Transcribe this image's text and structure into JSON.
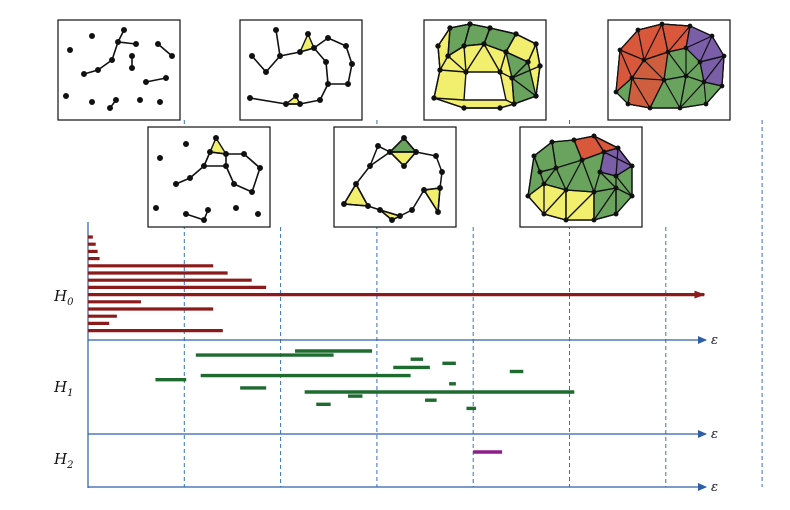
{
  "labels": {
    "h0": "H",
    "h0_sub": "0",
    "h1": "H",
    "h1_sub": "1",
    "h2": "H",
    "h2_sub": "2",
    "axis_symbol": "ε"
  },
  "colors": {
    "h0_bar": "#8b1a1a",
    "h1_bar": "#1e6b30",
    "h2_bar": "#8e1f8a",
    "axis": "#2d5fa6",
    "guide": "#3b6fc0",
    "fill_yellow": "#f2ee6e",
    "fill_green": "#6aa35e",
    "fill_red": "#d9573a",
    "fill_purple": "#7b5ea8",
    "edge": "#111111"
  },
  "filtration": {
    "steps": 7,
    "snapshots": [
      {
        "step": 1,
        "description_icon": "point-cloud-icon"
      },
      {
        "step": 2,
        "description_icon": "sparse-graph-icon"
      },
      {
        "step": 3,
        "description_icon": "graph-icon"
      },
      {
        "step": 4,
        "description_icon": "graph-with-triangles-icon"
      },
      {
        "step": 5,
        "description_icon": "complex-with-loop-icon"
      },
      {
        "step": 6,
        "description_icon": "dense-complex-icon"
      },
      {
        "step": 7,
        "description_icon": "filled-complex-icon"
      }
    ]
  },
  "barcode": {
    "h0": [
      [
        0.0,
        0.05
      ],
      [
        0.0,
        0.08
      ],
      [
        0.0,
        0.1
      ],
      [
        0.0,
        0.12
      ],
      [
        0.0,
        1.3
      ],
      [
        0.0,
        1.45
      ],
      [
        0.0,
        1.7
      ],
      [
        0.0,
        1.85
      ],
      [
        0.0,
        6.4
      ],
      [
        0.0,
        0.55
      ],
      [
        0.0,
        1.3
      ],
      [
        0.0,
        0.3
      ],
      [
        0.0,
        0.22
      ],
      [
        0.0,
        1.4
      ]
    ],
    "h0_infinite_index": 8,
    "h1": [
      [
        2.15,
        2.95
      ],
      [
        1.12,
        2.55
      ],
      [
        3.35,
        3.48
      ],
      [
        3.68,
        3.82
      ],
      [
        3.17,
        3.55
      ],
      [
        4.38,
        4.52
      ],
      [
        1.17,
        3.35
      ],
      [
        0.7,
        1.02
      ],
      [
        3.75,
        3.82
      ],
      [
        1.58,
        1.85
      ],
      [
        2.25,
        5.05
      ],
      [
        2.7,
        2.85
      ],
      [
        3.5,
        3.62
      ],
      [
        2.37,
        2.52
      ],
      [
        3.93,
        4.03
      ]
    ],
    "h2": [
      [
        4.0,
        4.3
      ]
    ]
  }
}
